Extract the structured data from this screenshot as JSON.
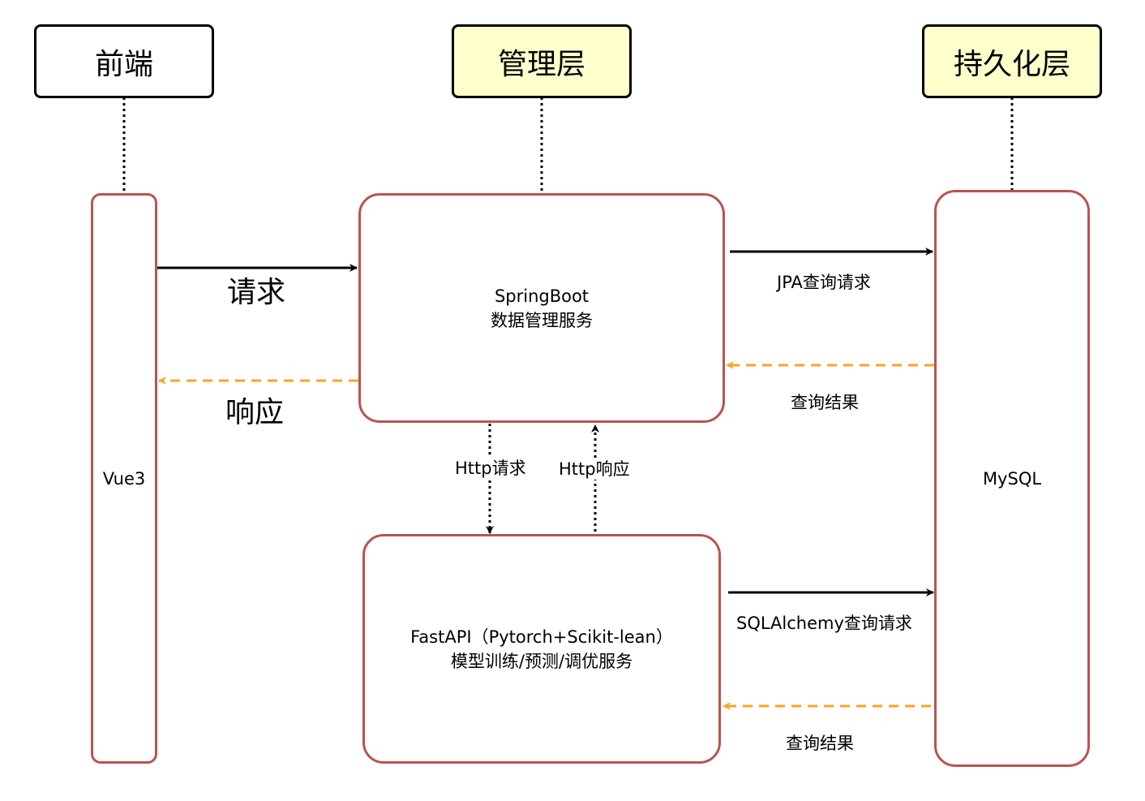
{
  "headers": {
    "frontend": "前端",
    "management": "管理层",
    "persistence": "持久化层"
  },
  "nodes": {
    "vue": "Vue3",
    "springboot": {
      "line1": "SpringBoot",
      "line2": "数据管理服务"
    },
    "fastapi": {
      "line1": "FastAPI（Pytorch+Scikit-lean）",
      "line2": "模型训练/预测/调优服务"
    },
    "mysql": "MySQL"
  },
  "edges": {
    "request": "请求",
    "response": "响应",
    "jpa_query": "JPA查询请求",
    "query_result_1": "查询结果",
    "http_request": "Http请求",
    "http_response": "Http响应",
    "sqlalchemy_query": "SQLAlchemy查询请求",
    "query_result_2": "查询结果"
  },
  "colors": {
    "node_border": "#b85450",
    "highlight_fill": "#ffffcc",
    "response_arrow": "#f5a623",
    "request_arrow": "#000000"
  }
}
